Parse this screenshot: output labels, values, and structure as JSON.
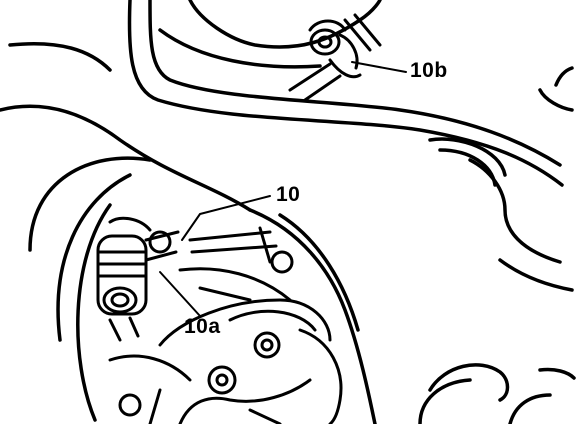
{
  "callouts": {
    "label_10": "10",
    "label_10a": "10a",
    "label_10b": "10b"
  },
  "colors": {
    "ink": "#000000",
    "paper": "#ffffff"
  }
}
